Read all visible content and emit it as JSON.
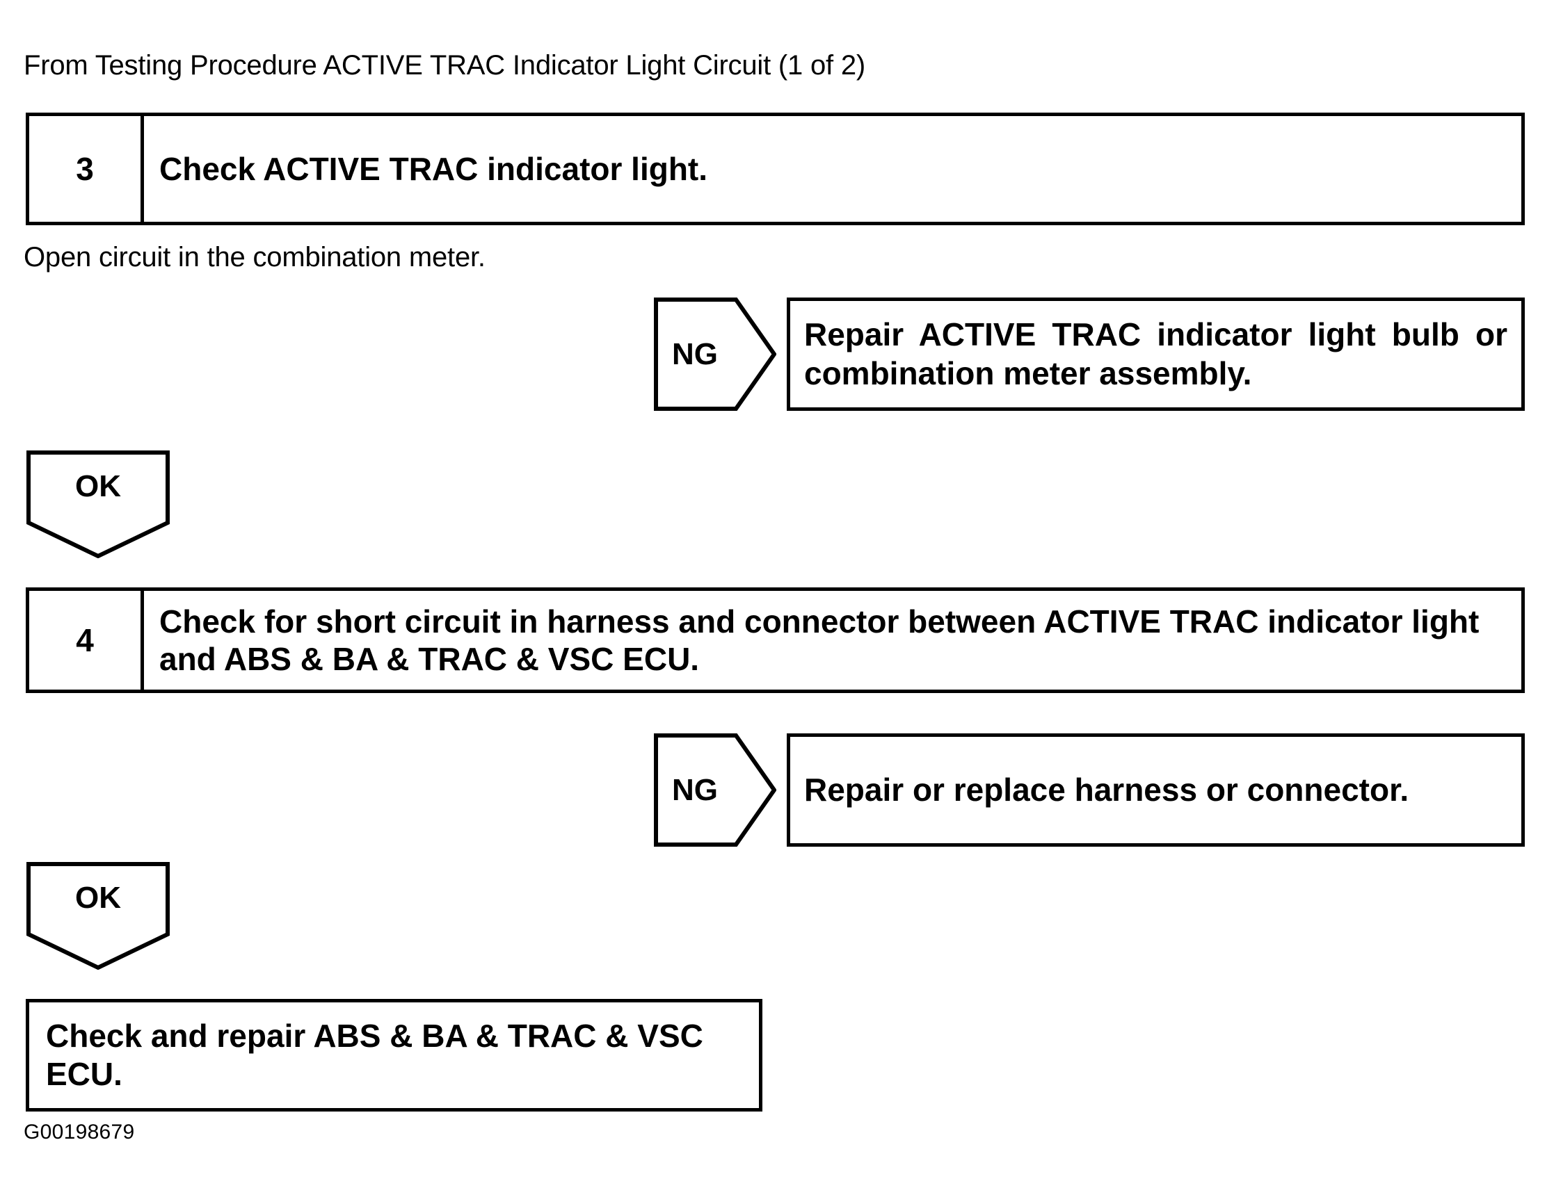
{
  "header": {
    "text": "From Testing Procedure ACTIVE TRAC Indicator Light Circuit (1 of 2)"
  },
  "note": {
    "text": "Open circuit in the combination meter."
  },
  "figure_code": "G00198679",
  "steps": [
    {
      "number": "3",
      "instruction": "Check ACTIVE TRAC indicator light."
    },
    {
      "number": "4",
      "instruction": "Check for short circuit in harness and connector between ACTIVE TRAC indicator light and ABS & BA & TRAC & VSC ECU."
    }
  ],
  "branches": {
    "ng_1": {
      "label": "NG",
      "result": "Repair ACTIVE TRAC indicator light bulb or combination meter assembly."
    },
    "ok_1": {
      "label": "OK"
    },
    "ng_2": {
      "label": "NG",
      "result": "Repair or replace harness or connector."
    },
    "ok_2": {
      "label": "OK"
    }
  },
  "conclusion": {
    "text": "Check and repair ABS & BA & TRAC & VSC ECU."
  },
  "colors": {
    "ink": "#000000",
    "paper": "#ffffff"
  }
}
